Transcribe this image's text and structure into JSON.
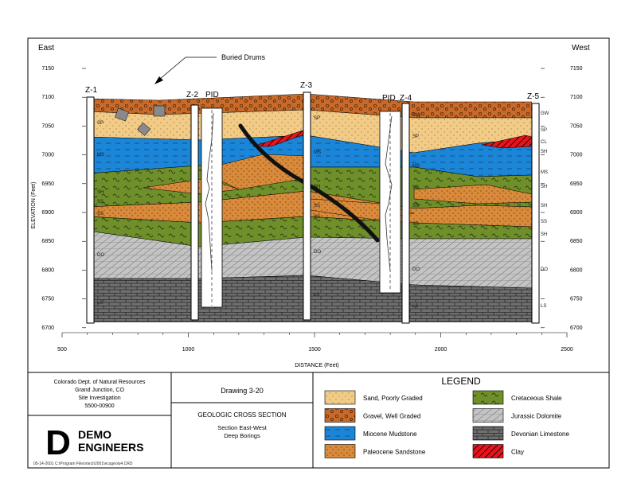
{
  "colors": {
    "sand": "#f2cb86",
    "gravel": "#c96a2a",
    "mudstone": "#1b86d8",
    "sandstone": "#d98a3a",
    "shale": "#6f8f2a",
    "dolomite": "#c4c4c4",
    "limestone": "#6e6e6e",
    "clay": "#e8141c",
    "pid_line": "#222222"
  },
  "header": {
    "east": "East",
    "west": "West",
    "buried_drums": "Buried Drums"
  },
  "section": {
    "y_axis_label": "ELEVATION (Feet)",
    "x_axis_label": "DISTANCE (Feet)",
    "elevation_ticks": [
      "7150",
      "7100",
      "7050",
      "7000",
      "6950",
      "6900",
      "6850",
      "6800",
      "6750",
      "6700"
    ],
    "distance_ticks": [
      "500",
      "1000",
      "1500",
      "2000",
      "2500"
    ]
  },
  "borings": [
    {
      "name": "Z-1"
    },
    {
      "name": "Z-2",
      "pid": "PID"
    },
    {
      "name": "Z-3"
    },
    {
      "name": "Z-4",
      "pid": "PID"
    },
    {
      "name": "Z-5"
    }
  ],
  "lith_labels": {
    "left": [
      "SP",
      "MS",
      "SH",
      "SS",
      "SS",
      "DO",
      "LS"
    ],
    "z3": [
      "SP",
      "MS",
      "SH",
      "SS",
      "SS",
      "DO",
      "LS"
    ],
    "z4": [
      "GW",
      "SP",
      "MS",
      "SS",
      "SS",
      "SS",
      "DO",
      "LS"
    ],
    "right": [
      "GW",
      "SP",
      "CL",
      "SH",
      "MS",
      "SH",
      "SH",
      "SS",
      "SH",
      "DO",
      "LS"
    ]
  },
  "title_block": {
    "org": [
      "Colorado Dept. of Natural Resources",
      "Grand Junction, CO",
      "Site Investigation",
      "5500-00900"
    ],
    "drawing": "Drawing 3-20",
    "section_title": "GEOLOGIC CROSS SECTION",
    "subtitle": [
      "Section East-West",
      "Deep Borings"
    ],
    "logo_letter": "D",
    "logo_text": [
      "DEMO",
      "ENGINEERS"
    ],
    "legend_title": "LEGEND",
    "legend": [
      {
        "label": "Sand, Poorly Graded",
        "color": "sand"
      },
      {
        "label": "Gravel, Well Graded",
        "color": "gravel"
      },
      {
        "label": "Miocene Mudstone",
        "color": "mudstone"
      },
      {
        "label": "Paleocene Sandstone",
        "color": "sandstone"
      },
      {
        "label": "Cretaceous Shale",
        "color": "shale"
      },
      {
        "label": "Jurassic Dolomite",
        "color": "dolomite"
      },
      {
        "label": "Devonian Limestone",
        "color": "limestone"
      },
      {
        "label": "Clay",
        "color": "clay"
      }
    ]
  },
  "footer": "05-14-2001    C:\\Program Files\\rtech2001\\ecsgeolu4.CRD"
}
